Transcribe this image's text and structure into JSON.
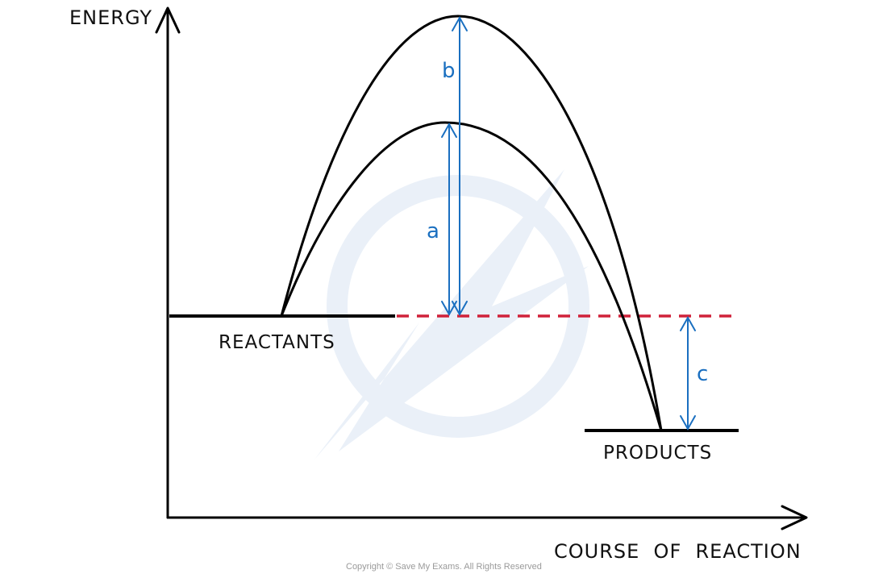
{
  "axes": {
    "y_label": "ENERGY",
    "x_label": "COURSE  OF  REACTION"
  },
  "levels": {
    "reactants_label": "REACTANTS",
    "products_label": "PRODUCTS"
  },
  "arrows": {
    "a_label": "a",
    "b_label": "b",
    "c_label": "c"
  },
  "colors": {
    "curve": "#000000",
    "arrow": "#1a6fc0",
    "dashed_line": "#d0223a",
    "watermark": "#e9eef6"
  },
  "copyright": "Copyright © Save My Exams. All Rights Reserved"
}
